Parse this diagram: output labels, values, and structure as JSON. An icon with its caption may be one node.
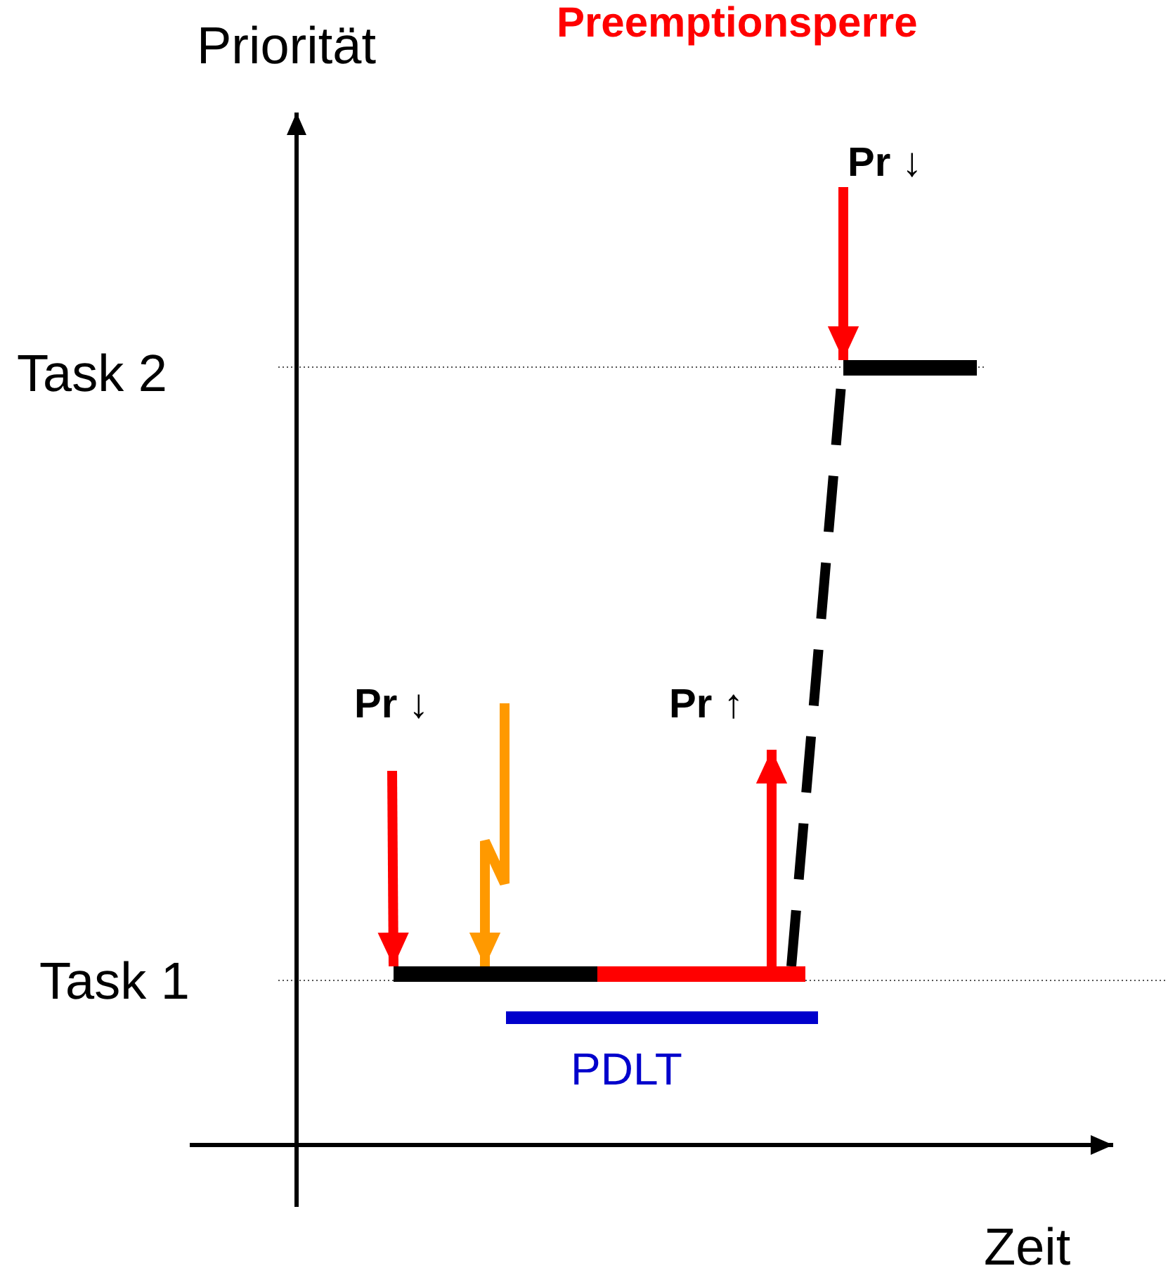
{
  "diagram": {
    "nodes": [
      {
        "text": [],
        "shape": "bar"
      },
      {
        "text": [],
        "shape": "bar"
      },
      {
        "text": [],
        "shape": "bar"
      }
    ],
    "edges": [
      {
        "from": null,
        "to": 0,
        "arrow": "to",
        "color": "#ff0000"
      },
      {
        "from": null,
        "to": 0,
        "arrow": "to",
        "color": "#ff9900"
      },
      {
        "from": 1,
        "to": null,
        "arrow": "to",
        "color": "#ff0000"
      },
      {
        "from": 1,
        "to": 2,
        "arrow": "none",
        "style": "dashed",
        "color": "#000000"
      },
      {
        "from": null,
        "to": 2,
        "arrow": "to",
        "color": "#ff0000"
      }
    ],
    "labels": [
      "Preemptionsperre",
      "Priorität",
      "Pr ↓",
      "Task 2",
      "Pr ↓",
      "Pr ↑",
      "Task 1",
      "PDLT",
      "Zeit"
    ]
  }
}
